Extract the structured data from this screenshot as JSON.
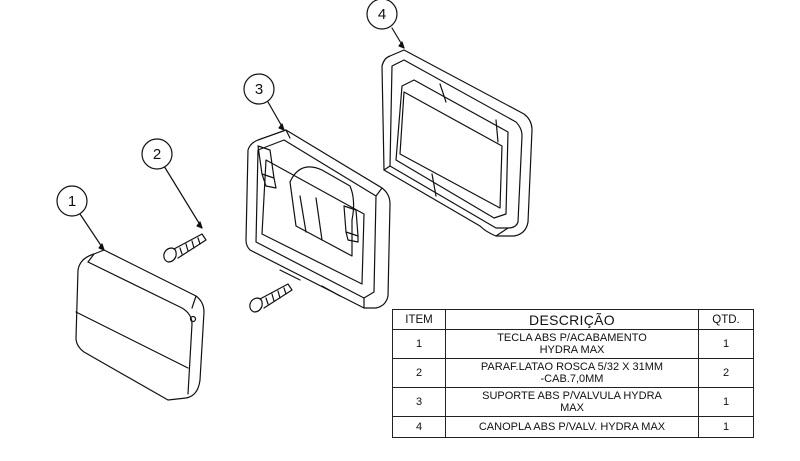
{
  "bubbles": [
    {
      "number": "1"
    },
    {
      "number": "2"
    },
    {
      "number": "3"
    },
    {
      "number": "4"
    }
  ],
  "bom": {
    "headers": {
      "item": "ITEM",
      "description": "DESCRIÇÃO",
      "qty": "QTD."
    },
    "rows": [
      {
        "item": "1",
        "desc_line1": "TECLA ABS P/ACABAMENTO",
        "desc_line2": "HYDRA MAX",
        "qty": "1"
      },
      {
        "item": "2",
        "desc_line1": "PARAF.LATAO ROSCA 5/32 X 31MM",
        "desc_line2": "-CAB.7,0MM",
        "qty": "2"
      },
      {
        "item": "3",
        "desc_line1": "SUPORTE ABS P/VALVULA HYDRA",
        "desc_line2": "MAX",
        "qty": "1"
      },
      {
        "item": "4",
        "desc_line1": "CANOPLA ABS P/VALV. HYDRA MAX",
        "desc_line2": "",
        "qty": "1"
      }
    ]
  }
}
